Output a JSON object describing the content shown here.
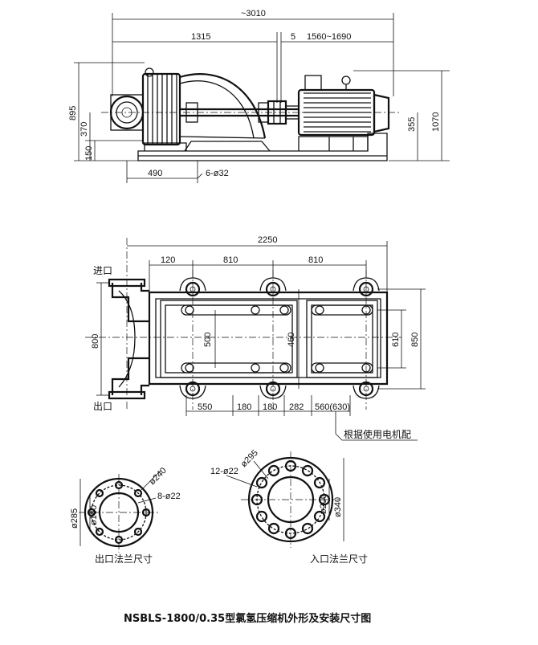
{
  "elevation_view": {
    "dims": {
      "overall_length": "~3010",
      "offset_1315": "1315",
      "gap_5": "5",
      "motor_range": "1560~1690",
      "height_895": "895",
      "height_370": "370",
      "height_150": "150",
      "dist_490": "490",
      "bolts": "6-ø32",
      "motor_shaft_height": "355",
      "total_height": "1070"
    }
  },
  "plan_view": {
    "dims": {
      "length_2250": "2250",
      "edge_120": "120",
      "pitch_810_a": "810",
      "pitch_810_b": "810",
      "width_800": "800",
      "inner_500": "500",
      "inner_460": "460",
      "motor_610": "610",
      "motor_850": "850",
      "b_550": "550",
      "b_180_a": "180",
      "b_180_b": "180",
      "b_282": "282",
      "b_560": "560(630)"
    },
    "labels": {
      "inlet": "进口",
      "outlet": "出口",
      "motor_note": "根据使用电机配"
    }
  },
  "outlet_flange": {
    "caption": "出口法兰尺寸",
    "dims": {
      "od": "ø285",
      "bolt_circle": "ø240",
      "bore": "ø160",
      "holes": "8-ø22"
    }
  },
  "inlet_flange": {
    "caption": "入口法兰尺寸",
    "dims": {
      "bolt_circle": "ø295",
      "holes": "12-ø22",
      "bore": "ø200",
      "od": "ø340"
    }
  },
  "title": "NSBLS-1800/0.35型氯氢压缩机外形及安装尺寸图"
}
